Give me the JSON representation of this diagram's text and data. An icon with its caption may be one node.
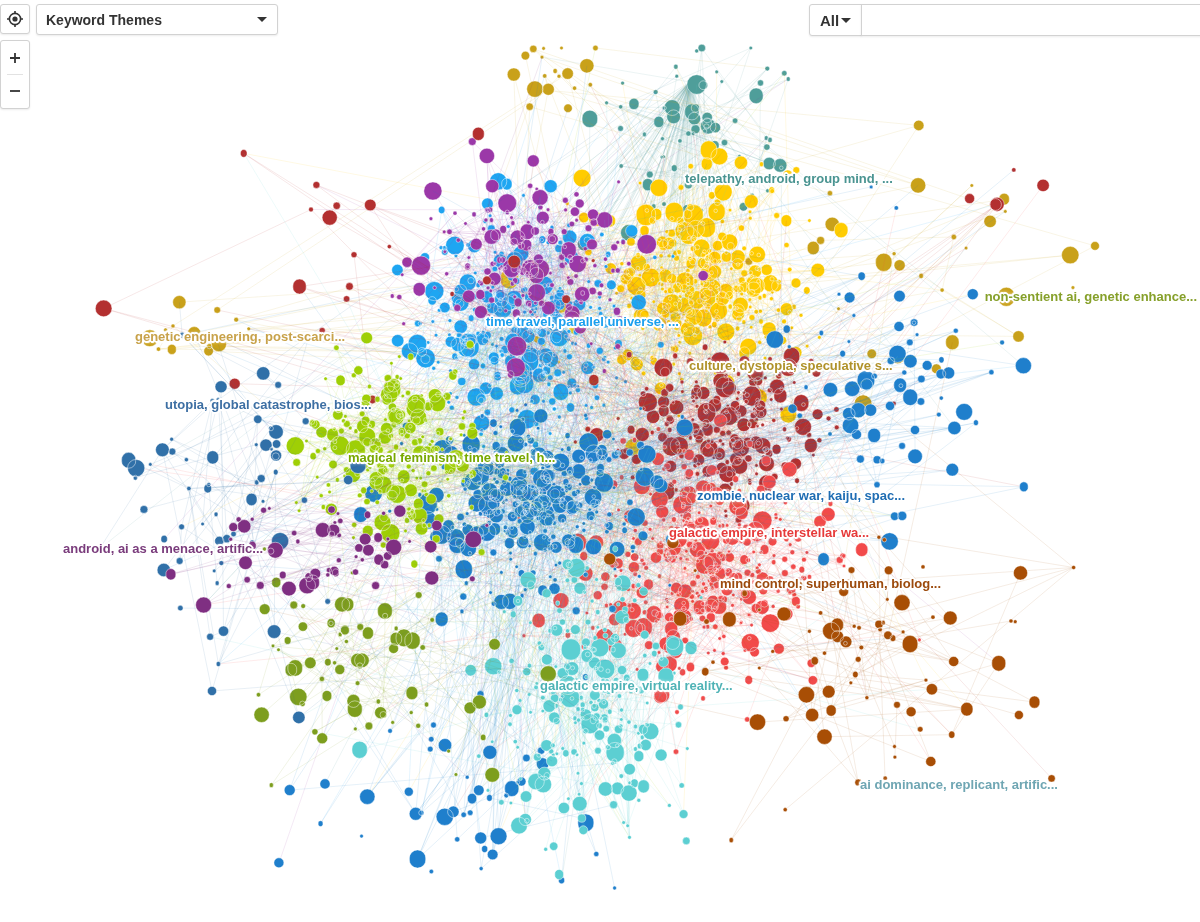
{
  "diagram": {
    "labels": [
      "Keyword Themes",
      "All",
      "telepathy, android, group mind, ...",
      "non-sentient ai, genetic enhance...",
      "time travel, parallel universe, ...",
      "genetic engineering, post-scarci...",
      "culture, dystopia, speculative s...",
      "utopia, global catastrophe, bios...",
      "magical feminism, time travel, h...",
      "zombie, nuclear war, kaiju, spac...",
      "galactic empire, interstellar wa...",
      "android, ai as a menace, artific...",
      "mind control, superhuman, biolog...",
      "galactic empire, virtual reality...",
      "ai dominance, replicant, artific..."
    ]
  }
}
